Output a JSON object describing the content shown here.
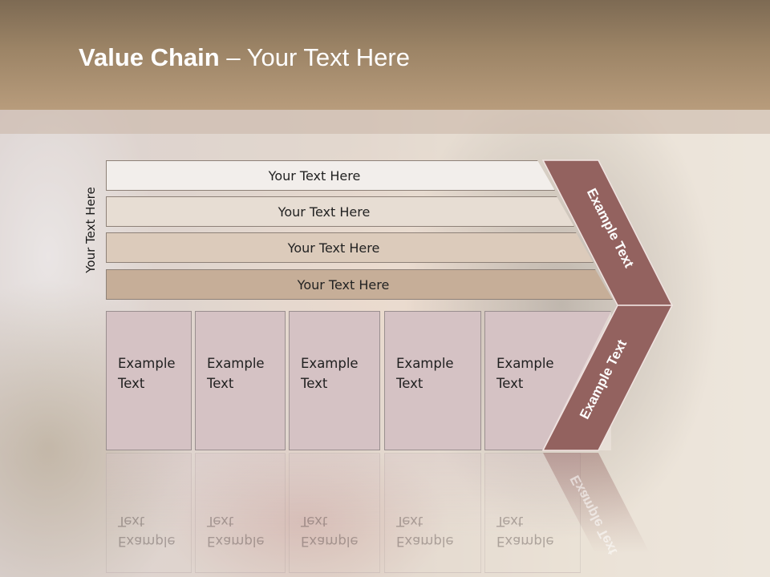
{
  "title": {
    "bold": "Value Chain",
    "rest": " – Your Text Here"
  },
  "side_label": "Your Text Here",
  "bars": [
    {
      "label": "Your Text Here",
      "color": "#f2eeeb"
    },
    {
      "label": "Your Text Here",
      "color": "#e7ddd3"
    },
    {
      "label": "Your Text Here",
      "color": "#dccbbb"
    },
    {
      "label": "Your Text Here",
      "color": "#c6ae98"
    }
  ],
  "columns": [
    {
      "line1": "Example",
      "line2": "Text"
    },
    {
      "line1": "Example",
      "line2": "Text"
    },
    {
      "line1": "Example",
      "line2": "Text"
    },
    {
      "line1": "Example",
      "line2": "Text"
    },
    {
      "line1": "Example",
      "line2": "Text"
    }
  ],
  "chevron": {
    "upper_label": "Example Text",
    "lower_label": "Example Text",
    "color": "#93625f"
  }
}
